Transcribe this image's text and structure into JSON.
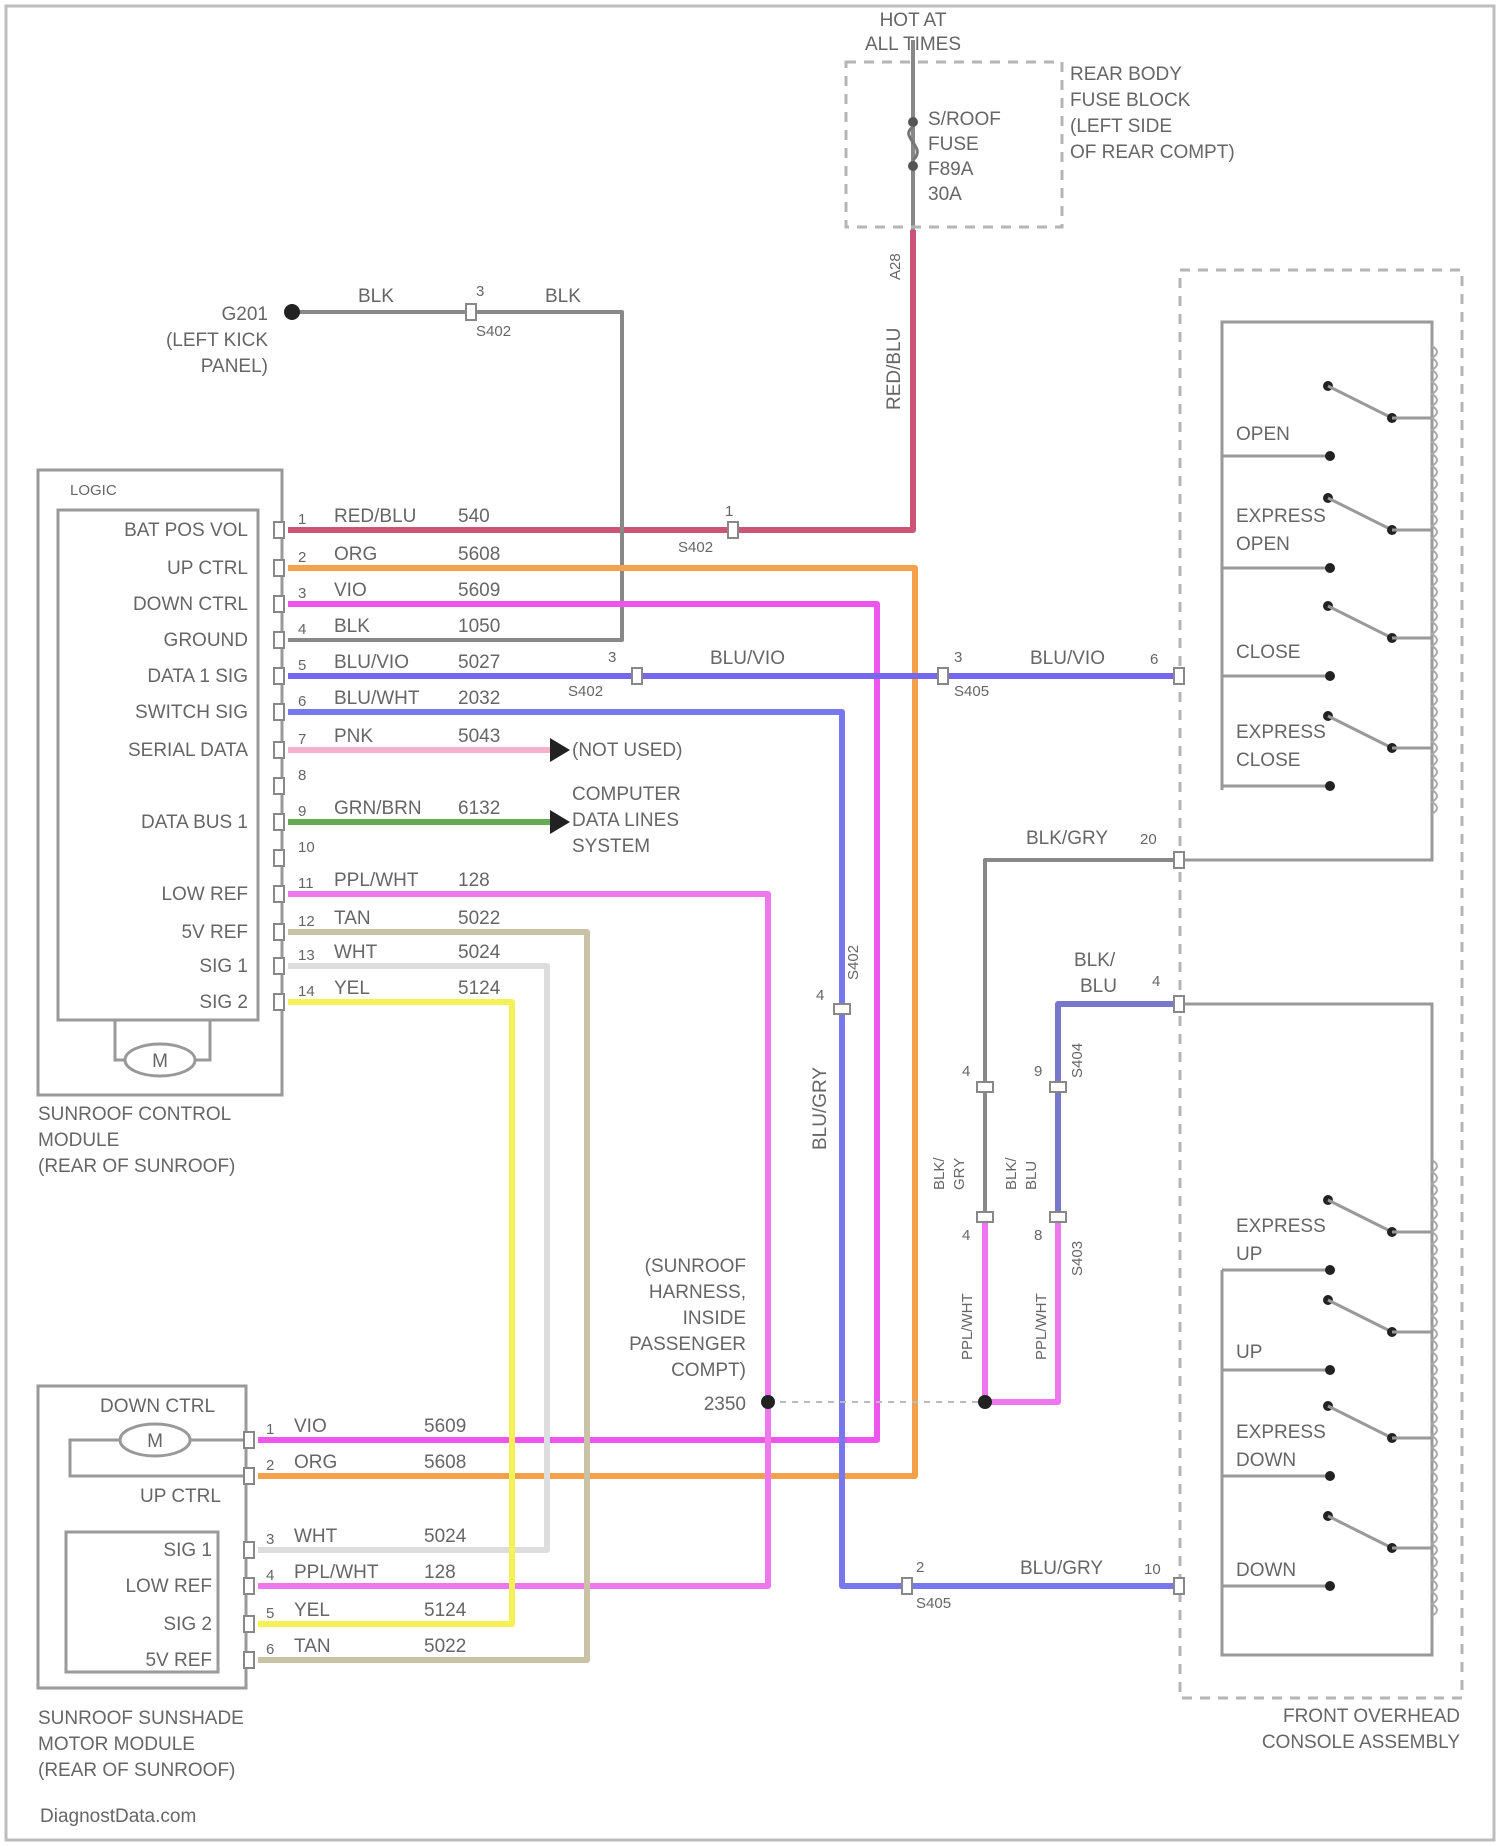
{
  "fuse": {
    "hot": [
      "HOT AT",
      "ALL TIMES"
    ],
    "fuse_label": [
      "S/ROOF",
      "FUSE",
      "F89A",
      "30A"
    ],
    "block": [
      "REAR BODY",
      "FUSE BLOCK",
      "(LEFT SIDE",
      "OF REAR COMPT)"
    ],
    "fuse_pin": "A28",
    "wire_color": "RED/BLU"
  },
  "ground": {
    "id": "G201",
    "desc": [
      "(LEFT KICK",
      "PANEL)"
    ],
    "wire1": "BLK",
    "pin": "3",
    "conn": "S402",
    "wire2": "BLK"
  },
  "control_module": {
    "logic": "LOGIC",
    "name": [
      "SUNROOF CONTROL",
      "MODULE",
      "(REAR OF SUNROOF)"
    ],
    "motor": "M",
    "pins": [
      {
        "func": "BAT POS VOL",
        "num": "1",
        "color": "RED/BLU",
        "circuit": "540"
      },
      {
        "func": "UP CTRL",
        "num": "2",
        "color": "ORG",
        "circuit": "5608"
      },
      {
        "func": "DOWN CTRL",
        "num": "3",
        "color": "VIO",
        "circuit": "5609"
      },
      {
        "func": "GROUND",
        "num": "4",
        "color": "BLK",
        "circuit": "1050"
      },
      {
        "func": "DATA 1 SIG",
        "num": "5",
        "color": "BLU/VIO",
        "circuit": "5027"
      },
      {
        "func": "SWITCH SIG",
        "num": "6",
        "color": "BLU/WHT",
        "circuit": "2032"
      },
      {
        "func": "SERIAL DATA",
        "num": "7",
        "color": "PNK",
        "circuit": "5043"
      },
      {
        "func": "",
        "num": "8",
        "color": "",
        "circuit": ""
      },
      {
        "func": "DATA BUS 1",
        "num": "9",
        "color": "GRN/BRN",
        "circuit": "6132"
      },
      {
        "func": "",
        "num": "10",
        "color": "",
        "circuit": ""
      },
      {
        "func": "LOW REF",
        "num": "11",
        "color": "PPL/WHT",
        "circuit": "128"
      },
      {
        "func": "5V REF",
        "num": "12",
        "color": "TAN",
        "circuit": "5022"
      },
      {
        "func": "SIG 1",
        "num": "13",
        "color": "WHT",
        "circuit": "5024"
      },
      {
        "func": "SIG 2",
        "num": "14",
        "color": "YEL",
        "circuit": "5124"
      }
    ]
  },
  "s402_pin1": {
    "num": "1",
    "conn": "S402"
  },
  "s402_pin3": {
    "num": "3",
    "conn": "S402"
  },
  "data_wire": "BLU/VIO",
  "s405_pin3": {
    "num": "3",
    "conn": "S405"
  },
  "not_used": "(NOT USED)",
  "computer": [
    "COMPUTER",
    "DATA LINES",
    "SYSTEM"
  ],
  "overhead": {
    "name": [
      "FRONT OVERHEAD",
      "CONSOLE ASSEMBLY"
    ],
    "pin6_color": "BLU/VIO",
    "pin6": "6",
    "pin20_color": "BLK/GRY",
    "pin20": "20",
    "pin4_color": [
      "BLK/",
      "BLU"
    ],
    "pin4": "4",
    "pin10_color": "BLU/GRY",
    "pin10": "10",
    "switches_top": [
      "OPEN",
      "EXPRESS",
      "OPEN",
      "CLOSE",
      "EXPRESS",
      "CLOSE"
    ],
    "switches_bottom": [
      "EXPRESS",
      "UP",
      "UP",
      "EXPRESS",
      "DOWN",
      "DOWN"
    ]
  },
  "splice": {
    "id": "2350",
    "desc": [
      "(SUNROOF",
      "HARNESS,",
      "INSIDE",
      "PASSENGER",
      "COMPT)"
    ]
  },
  "s402_pin4": {
    "num": "4",
    "conn": "S402",
    "color": "BLU/GRY"
  },
  "s405_pin2": {
    "num": "2",
    "conn": "S405"
  },
  "mid_conns": {
    "a_num": "4",
    "b_num": "9",
    "b_conn": "S404",
    "a_color": [
      "BLK/",
      "GRY"
    ],
    "b_color": [
      "BLK/",
      "BLU"
    ],
    "c_num": "4",
    "d_num": "8",
    "d_conn": "S403",
    "c_color": "PPL/WHT",
    "d_color": "PPL/WHT"
  },
  "sunshade": {
    "name": [
      "SUNROOF SUNSHADE",
      "MOTOR MODULE",
      "(REAR OF SUNROOF)"
    ],
    "down_ctrl": "DOWN CTRL",
    "up_ctrl": "UP CTRL",
    "motor": "M",
    "pins": [
      {
        "func": "",
        "num": "1",
        "color": "VIO",
        "circuit": "5609"
      },
      {
        "func": "",
        "num": "2",
        "color": "ORG",
        "circuit": "5608"
      },
      {
        "func": "SIG 1",
        "num": "3",
        "color": "WHT",
        "circuit": "5024"
      },
      {
        "func": "LOW REF",
        "num": "4",
        "color": "PPL/WHT",
        "circuit": "128"
      },
      {
        "func": "SIG 2",
        "num": "5",
        "color": "YEL",
        "circuit": "5124"
      },
      {
        "func": "5V REF",
        "num": "6",
        "color": "TAN",
        "circuit": "5022"
      }
    ]
  },
  "watermark": "DiagnostData.com",
  "colors": {
    "red_blu": "#cc5577",
    "org": "#f5a04a",
    "vio": "#ee55ee",
    "blk": "#888888",
    "blu_vio": "#7766ee",
    "blu_wht": "#7777ee",
    "pnk": "#f4b0cc",
    "grn_brn": "#66aa55",
    "ppl_wht": "#ee77ee",
    "tan": "#c9c2a6",
    "wht": "#dddddd",
    "yel": "#f6f256",
    "blu_gry": "#7777dd",
    "blk_blu": "#7777cc"
  }
}
